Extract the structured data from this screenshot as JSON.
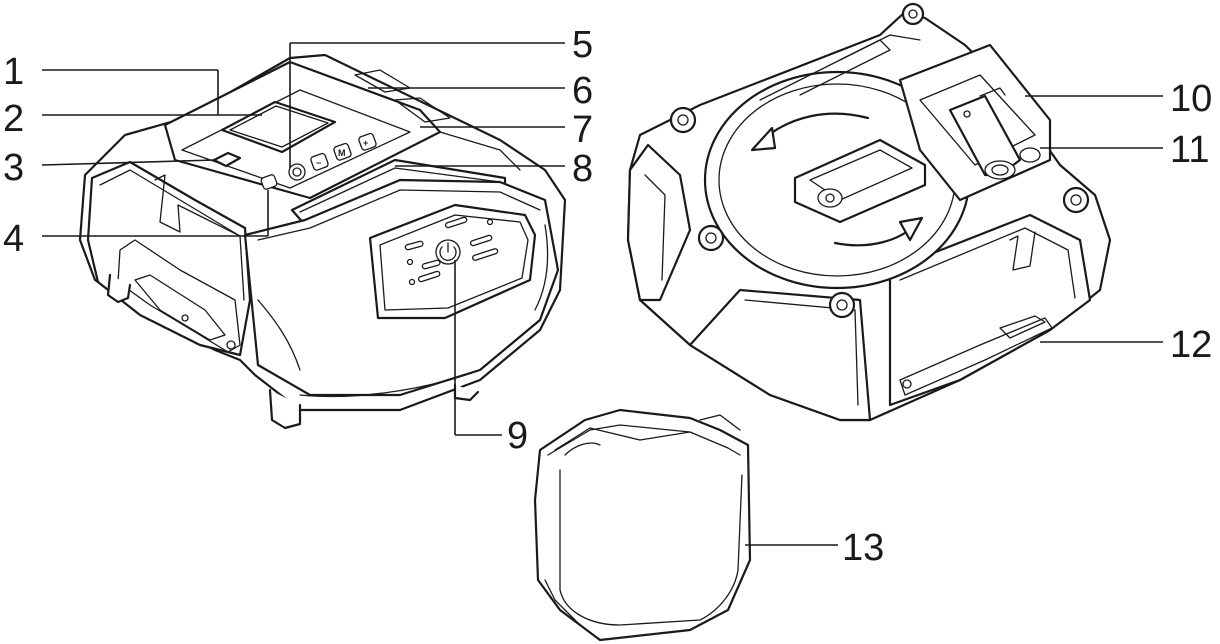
{
  "callouts": [
    {
      "id": "1",
      "label": "1"
    },
    {
      "id": "2",
      "label": "2"
    },
    {
      "id": "3",
      "label": "3"
    },
    {
      "id": "4",
      "label": "4"
    },
    {
      "id": "5",
      "label": "5"
    },
    {
      "id": "6",
      "label": "6"
    },
    {
      "id": "7",
      "label": "7"
    },
    {
      "id": "8",
      "label": "8"
    },
    {
      "id": "9",
      "label": "9"
    },
    {
      "id": "10",
      "label": "10"
    },
    {
      "id": "11",
      "label": "11"
    },
    {
      "id": "12",
      "label": "12"
    },
    {
      "id": "13",
      "label": "13"
    }
  ],
  "buttons": {
    "minus": "−",
    "menu": "M",
    "plus": "+"
  },
  "line_color": "#1a1a1a",
  "background": "#ffffff"
}
